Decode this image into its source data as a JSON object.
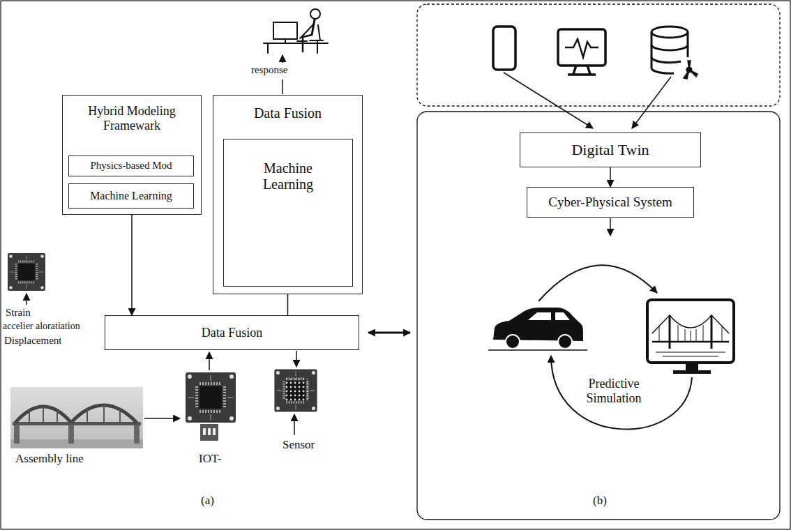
{
  "diagram": {
    "nodes": [
      {
        "text": [
          "Hybrid Modeling Framewark"
        ]
      },
      {
        "text": [
          "Physics-based Mod"
        ],
        "in": 0
      },
      {
        "text": [
          "Machine Learning"
        ],
        "in": 0
      },
      {
        "text": [
          "Data Fusion"
        ]
      },
      {
        "text": [
          "Machine Learning"
        ],
        "in": 3
      },
      {
        "text": [
          "Data Fusion"
        ]
      },
      {
        "text": [
          "Digital Twin"
        ]
      },
      {
        "text": [
          "Cyber-Physical System"
        ]
      }
    ],
    "edges": [
      {
        "from": 0,
        "to": 5,
        "arrow": "to"
      },
      {
        "from": 3,
        "to": 5,
        "arrow": "none"
      },
      {
        "from": 6,
        "to": 7,
        "arrow": "to"
      }
    ],
    "labels": [
      "response",
      "Strain",
      "accelier aloratiation",
      "Displacement",
      "Assembly line",
      "IOT-",
      "Sensor",
      "Predictive Simulation",
      "(a)",
      "(b)"
    ]
  }
}
